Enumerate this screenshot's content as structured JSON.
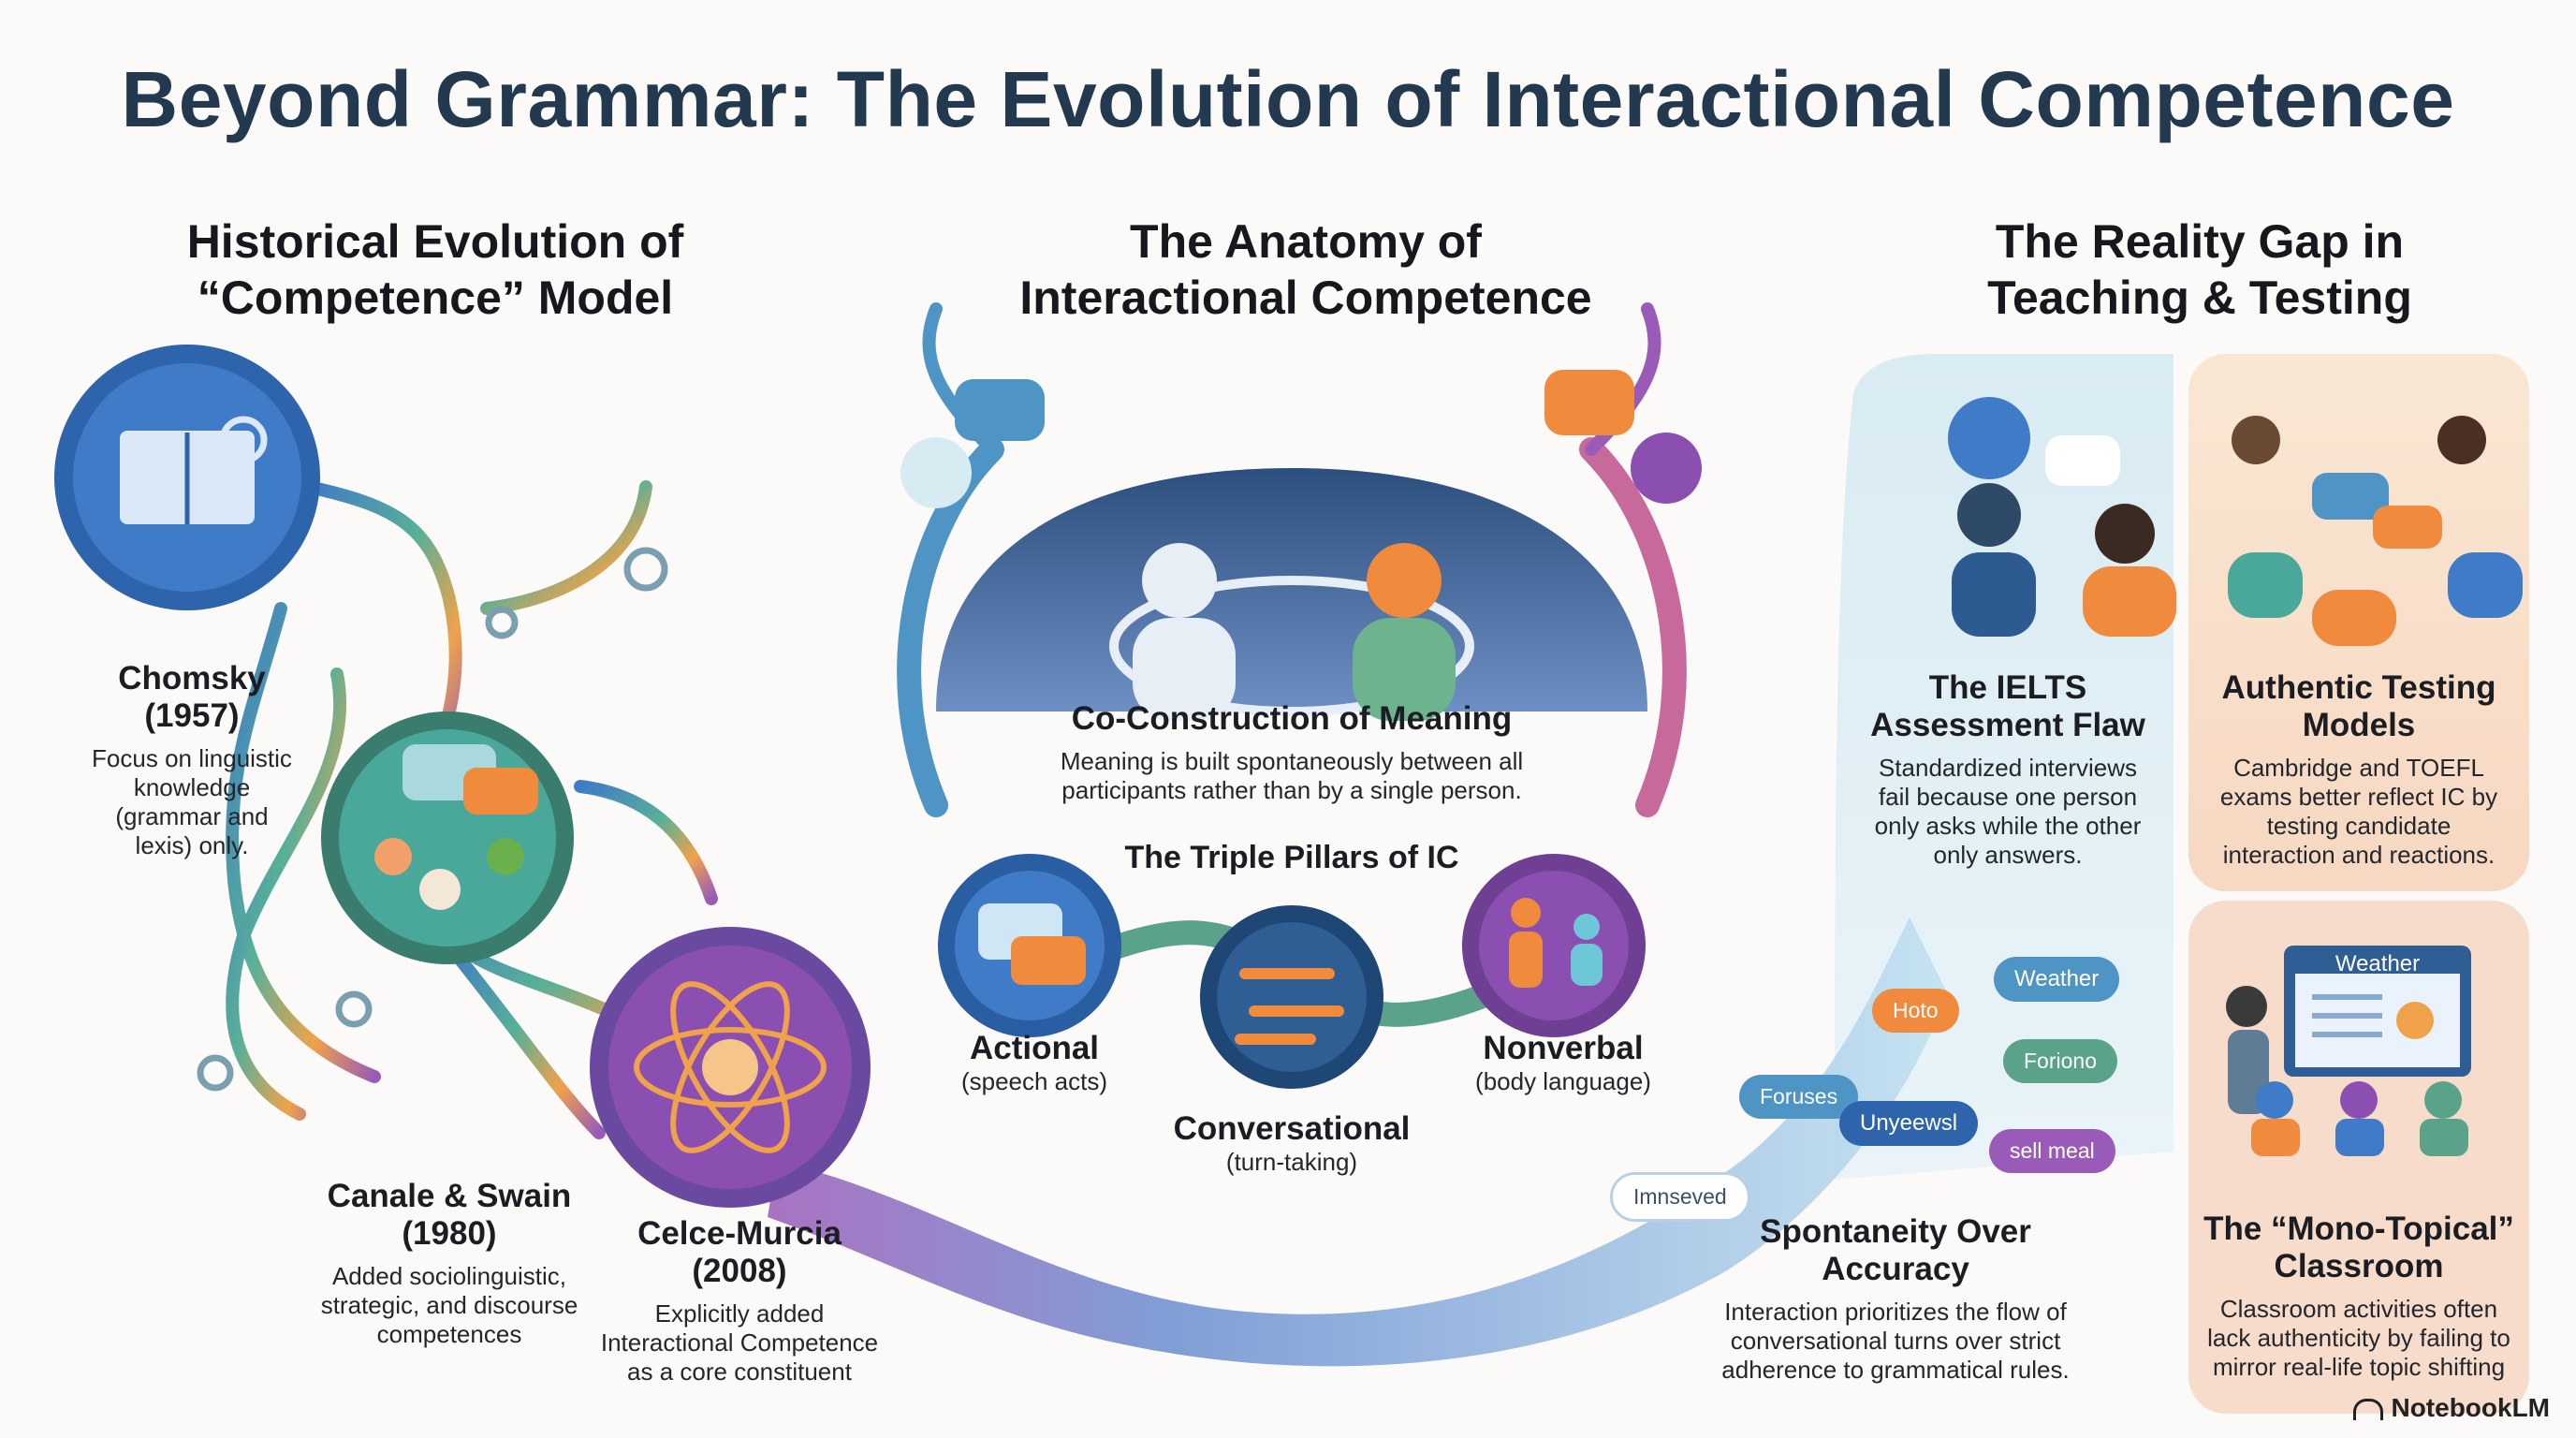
{
  "title": "Beyond Grammar: The Evolution of Interactional Competence",
  "sections": {
    "history": {
      "heading": [
        "Historical Evolution of",
        "“Competence” Model"
      ]
    },
    "anatomy": {
      "heading": [
        "The Anatomy of",
        "Interactional Competence"
      ]
    },
    "gap": {
      "heading": [
        "The Reality Gap in",
        "Teaching & Testing"
      ]
    }
  },
  "history_nodes": [
    {
      "title": [
        "Chomsky",
        "(1957)"
      ],
      "text": [
        "Focus on linguistic",
        "knowledge",
        "(grammar and",
        "lexis) only."
      ]
    },
    {
      "title": [
        "Canale & Swain",
        "(1980)"
      ],
      "text": [
        "Added sociolinguistic,",
        "strategic, and discourse",
        "competences"
      ]
    },
    {
      "title": [
        "Celce-Murcia",
        "(2008)"
      ],
      "text": [
        "Explicitly added",
        "Interactional Competence",
        "as a core constituent"
      ]
    }
  ],
  "anatomy": {
    "core_title": "Co-Construction of Meaning",
    "core_text": [
      "Meaning is built spontaneously between all",
      "participants rather than by a single person."
    ],
    "pillars_title": "The Triple Pillars of IC",
    "pillars": [
      {
        "name": "Actional",
        "sub": "(speech acts)"
      },
      {
        "name": "Conversational",
        "sub": "(turn-taking)"
      },
      {
        "name": "Nonverbal",
        "sub": "(body language)"
      }
    ],
    "spontaneity_title": [
      "Spontaneity Over",
      "Accuracy"
    ],
    "spontaneity_text": [
      "Interaction prioritizes the flow of",
      "conversational turns over strict",
      "adherence to grammatical rules."
    ],
    "bubbles": [
      "Hoto",
      "Weather",
      "Foriono",
      "Foruses",
      "Unyeewsl",
      "sell meal",
      "Imnseved"
    ]
  },
  "gap_panels": [
    {
      "title": [
        "The IELTS",
        "Assessment Flaw"
      ],
      "text": [
        "Standardized interviews",
        "fail because one person",
        "only asks while the other",
        "only answers."
      ]
    },
    {
      "title": [
        "Authentic Testing",
        "Models"
      ],
      "text": [
        "Cambridge and TOEFL",
        "exams better reflect IC by",
        "testing candidate",
        "interaction and reactions."
      ]
    },
    {
      "title": [
        "The “Mono-Topical”",
        "Classroom"
      ],
      "text": [
        "Classroom activities often",
        "lack authenticity by failing to",
        "mirror real-life topic shifting"
      ],
      "board_label": "Weather"
    }
  ],
  "brand": "NotebookLM",
  "colors": {
    "title": "#23394f",
    "blue": "#3f7bc6",
    "teal": "#4aa89a",
    "orange": "#f08a3c",
    "purple": "#8a4fb0",
    "gap_blue_panel": "#dcecf4",
    "gap_peach_panel": "#fbe3cf"
  }
}
